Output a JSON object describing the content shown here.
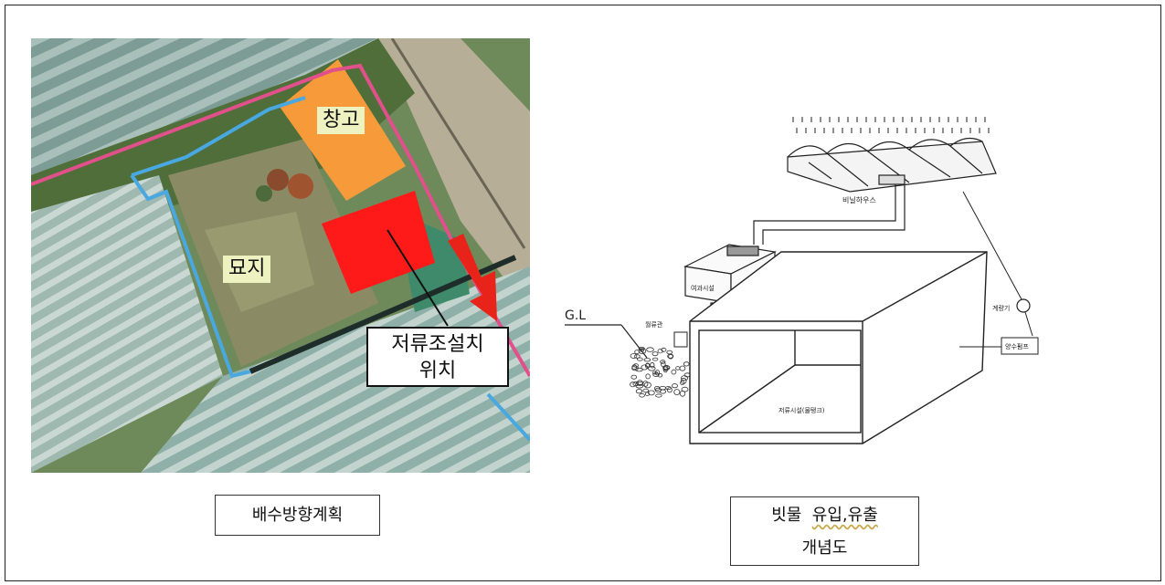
{
  "left_panel": {
    "labels": {
      "warehouse": "창고",
      "graveyard": "묘지",
      "reservoir_location_line1": "저류조설치",
      "reservoir_location_line2": "위치"
    },
    "caption": "배수방향계획",
    "colors": {
      "warehouse": "#f79a3a",
      "reservoir": "#ff1a1a",
      "drain_arrow": "#e8231a",
      "boundary_pink": "#e0508a",
      "boundary_blue": "#4aa8e0"
    }
  },
  "right_panel": {
    "labels": {
      "greenhouse": "비닐하우스",
      "filter": "여과시설",
      "gl": "G.L",
      "inflow_pipe": "월류관",
      "reservoir_tank": "저류시설(물탱크)",
      "gauge": "계량기",
      "pump": "양수펌프"
    },
    "caption_line1_a": "빗물",
    "caption_line1_b": "유입,유출",
    "caption_line2": "개념도"
  }
}
